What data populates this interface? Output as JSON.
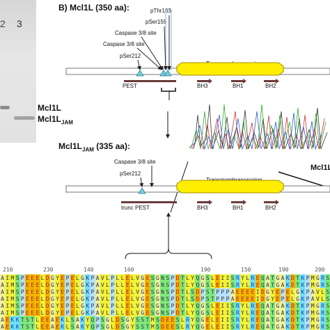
{
  "gel": {
    "lane_label_left": "2",
    "lane_label_right": "3"
  },
  "panel_label": "B)",
  "top": {
    "protein": "Mcl1L",
    "length": "(350  aa):",
    "sites": [
      "pThr163",
      "pSer159",
      "Caspase 3/8 site",
      "Caspase 3/8 site",
      "pSer212"
    ],
    "tm_label": "Transmembraneregion",
    "domains": [
      "PEST",
      "BH3",
      "BH1",
      "BH2"
    ]
  },
  "band_labels": {
    "upper": "Mcl1L",
    "lower_main": "Mcl1L",
    "lower_sub": "JAM"
  },
  "bottom": {
    "protein_main": "Mcl1L",
    "protein_sub": "JAM",
    "length": "(335  aa):",
    "sites": [
      "Caspase 3/8 site",
      "pSer212"
    ],
    "tm_label": "Transmembraneregion",
    "domains": [
      "trunc PEST",
      "BH3",
      "BH1",
      "BH2"
    ]
  },
  "chromatogram_label": "Mcl1L",
  "alignment": {
    "ruler": [
      "210",
      "230",
      "140",
      "160",
      "190",
      "150",
      "190",
      "200"
    ],
    "rows": [
      "AIMSPEEELDGYEPELGKPAVLPLLELVGESGNSPDTLYQGSLEIISRYLREQATGAKDTKPMGRS",
      "AIMSPEEELDGYEPELGKPAVLPLLELVGESGNSPDTLYQGSLEIISRYLREQATGAKDTKPMGRS",
      "AIMSPEEELDGYEPELGKPAVLPLLELVGESGNSPDTLSDPSTPPPAEEEEIDGYEPELGKPAVLS",
      "AIMSPEEELDGYEPELGKPAVLPLLELVGESGNSPDTLSDPSTPPPAEEEEIDGYEPELGKPAVLS",
      "AIMSPEEELDGYEPELGKPAVLPLLELVGESGNSPDTLYQGSLEIISRYLREQATGAKDTKPMGRS",
      "AIMSPEEELDGYEPELGKPAVLPLLELVGESGNSPDTLYQGSLEIISRYLREQATGAKDTKPMGRS",
      "AEKKTSTLEEAEKLSAKYQPSGLDSGYSSTMSDEESLRYQGELEIISRYLREQATGAKDTKPMGRS",
      "AEKKTSTLEEAEKLSAKYQPSGLDSGYSSTMSDEESLRYQGELEIISRYLREQATGAKDTKPMGRS"
    ],
    "palette": [
      "#f2f23a",
      "#f2b400",
      "#6ee0ff",
      "#7ee87e",
      "#f0f0a0",
      "#ffffff",
      "#ff7a7a",
      "#b8e0ff"
    ]
  }
}
